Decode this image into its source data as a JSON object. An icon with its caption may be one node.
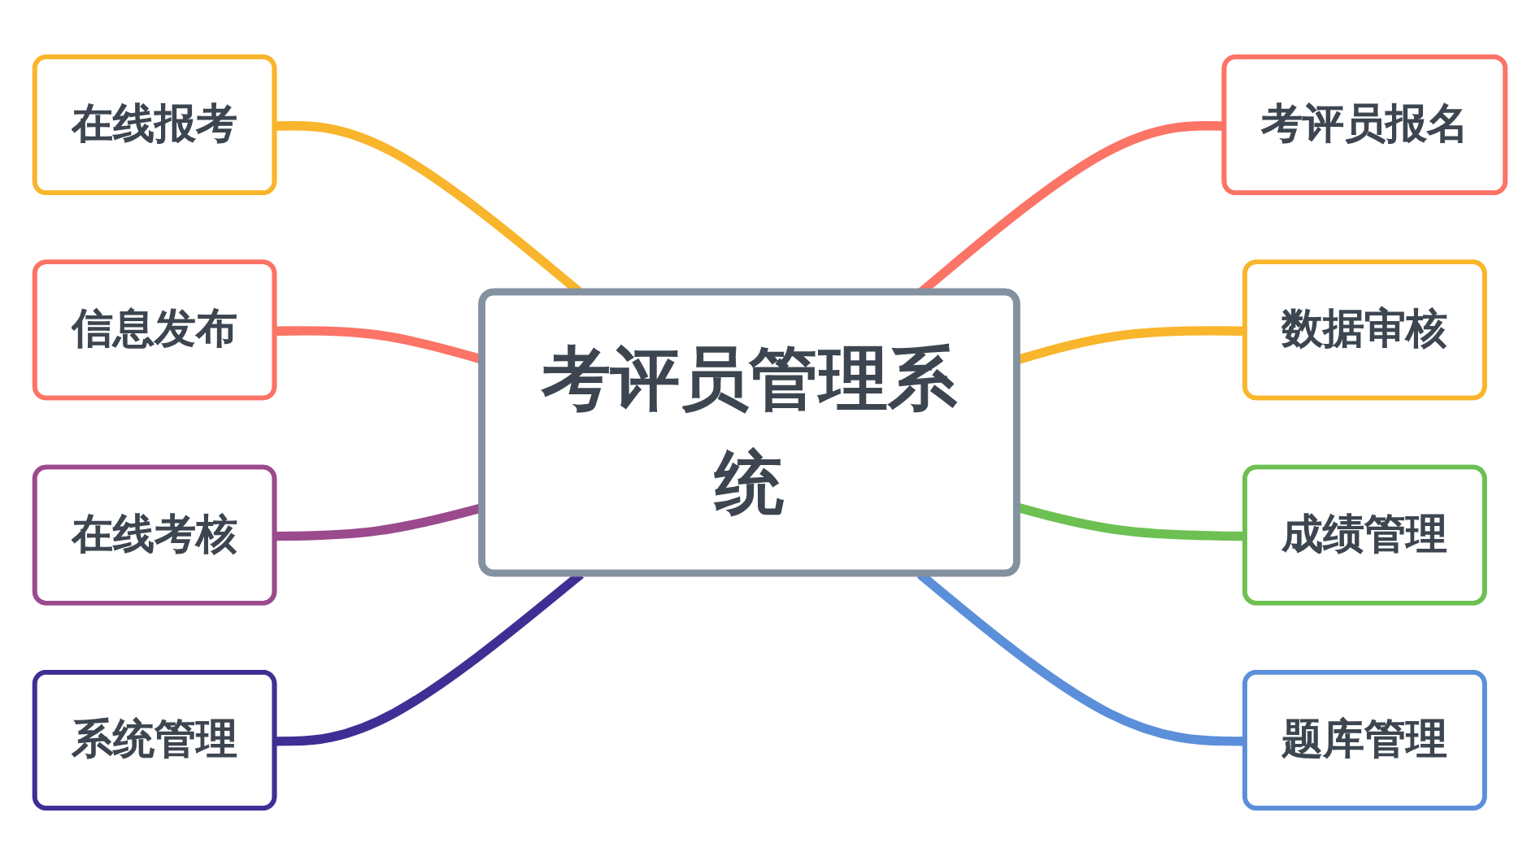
{
  "diagram": {
    "nodes": [
      {
        "text": [
          "考评员管理系统"
        ]
      },
      {
        "text": [
          "在线报考"
        ]
      },
      {
        "text": [
          "信息发布"
        ]
      },
      {
        "text": [
          "在线考核"
        ]
      },
      {
        "text": [
          "系统管理"
        ]
      },
      {
        "text": [
          "考评员报名"
        ]
      },
      {
        "text": [
          "数据审核"
        ]
      },
      {
        "text": [
          "成绩管理"
        ]
      },
      {
        "text": [
          "题库管理"
        ]
      }
    ],
    "edges": [
      {
        "from": 0,
        "to": 1,
        "arrow": "none",
        "color": "#f9b52b"
      },
      {
        "from": 0,
        "to": 2,
        "arrow": "none",
        "color": "#fb7466"
      },
      {
        "from": 0,
        "to": 3,
        "arrow": "none",
        "color": "#9b4a8e"
      },
      {
        "from": 0,
        "to": 4,
        "arrow": "none",
        "color": "#3f2f94"
      },
      {
        "from": 0,
        "to": 5,
        "arrow": "none",
        "color": "#fb7466"
      },
      {
        "from": 0,
        "to": 6,
        "arrow": "none",
        "color": "#f9b52b"
      },
      {
        "from": 0,
        "to": 7,
        "arrow": "none",
        "color": "#6dc052"
      },
      {
        "from": 0,
        "to": 8,
        "arrow": "none",
        "color": "#5b8fd9"
      }
    ]
  }
}
